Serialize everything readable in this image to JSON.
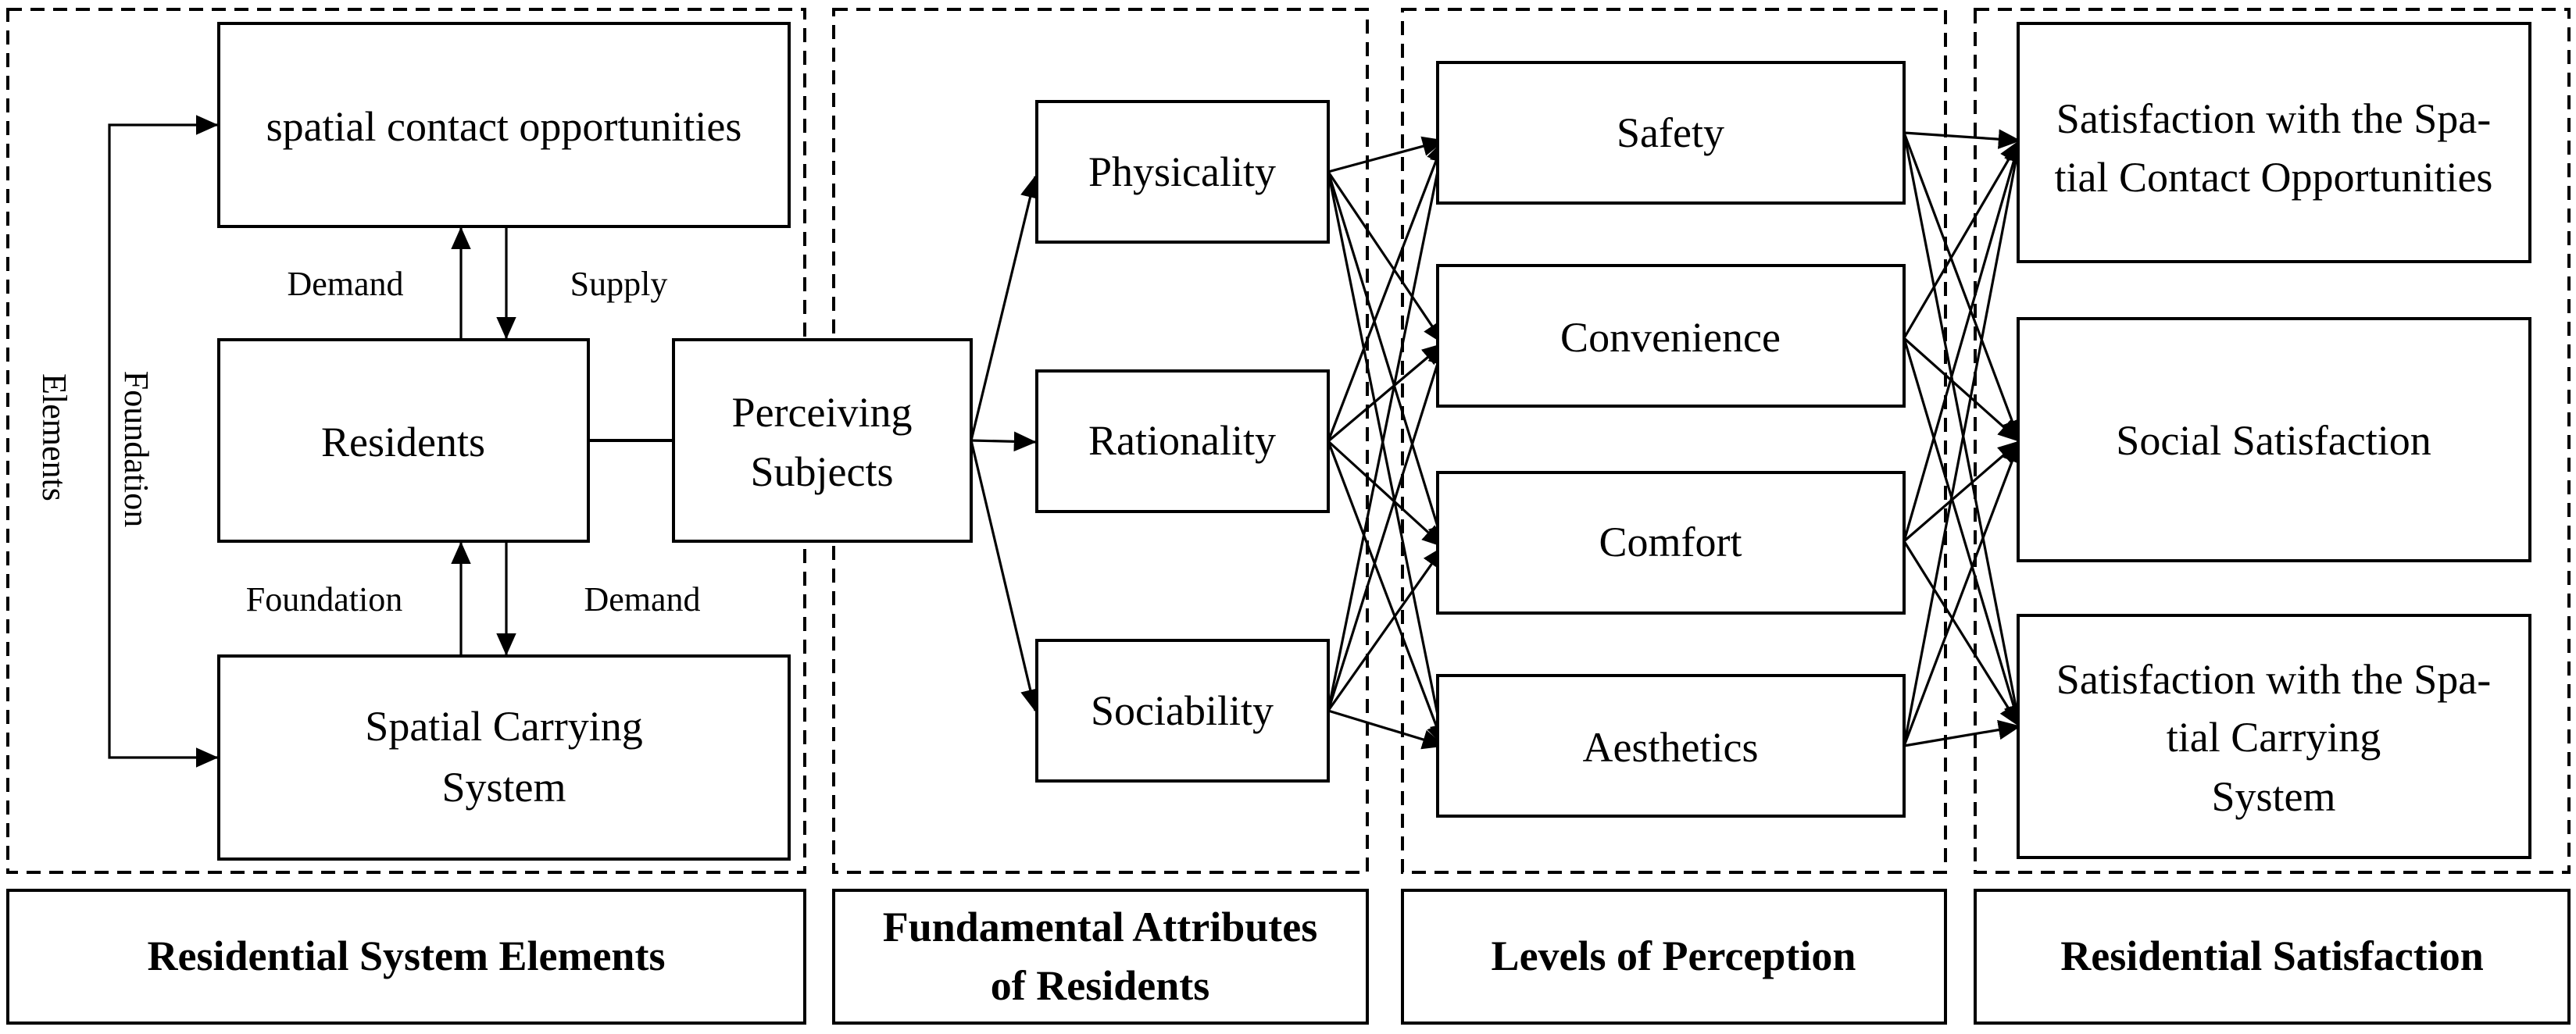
{
  "sections": {
    "residential_system_elements": "Residential System Elements",
    "fundamental_attributes": [
      "Fundamental Attributes",
      "of Residents"
    ],
    "levels_of_perception": "Levels of Perception",
    "residential_satisfaction": "Residential Satisfaction"
  },
  "elements": {
    "spatial_contact": "spatial contact opportunities",
    "residents": "Residents",
    "spatial_carrying": [
      "Spatial Carrying",
      "System"
    ],
    "perceiving_subjects": [
      "Perceiving",
      "Subjects"
    ],
    "label_demand_top": "Demand",
    "label_supply": "Supply",
    "label_foundation_bottom": "Foundation",
    "label_demand_bottom": "Demand",
    "label_elements_vertical": "Elements",
    "label_foundation_vertical": "Foundation"
  },
  "attributes": [
    "Physicality",
    "Rationality",
    "Sociability"
  ],
  "perception": [
    "Safety",
    "Convenience",
    "Comfort",
    "Aesthetics"
  ],
  "satisfaction": {
    "spatial_contact": [
      "Satisfaction with the Spa-",
      "tial Contact Opportunities"
    ],
    "social": "Social Satisfaction",
    "spatial_carrying": [
      "Satisfaction with the Spa-",
      "tial Carrying",
      "System"
    ]
  }
}
